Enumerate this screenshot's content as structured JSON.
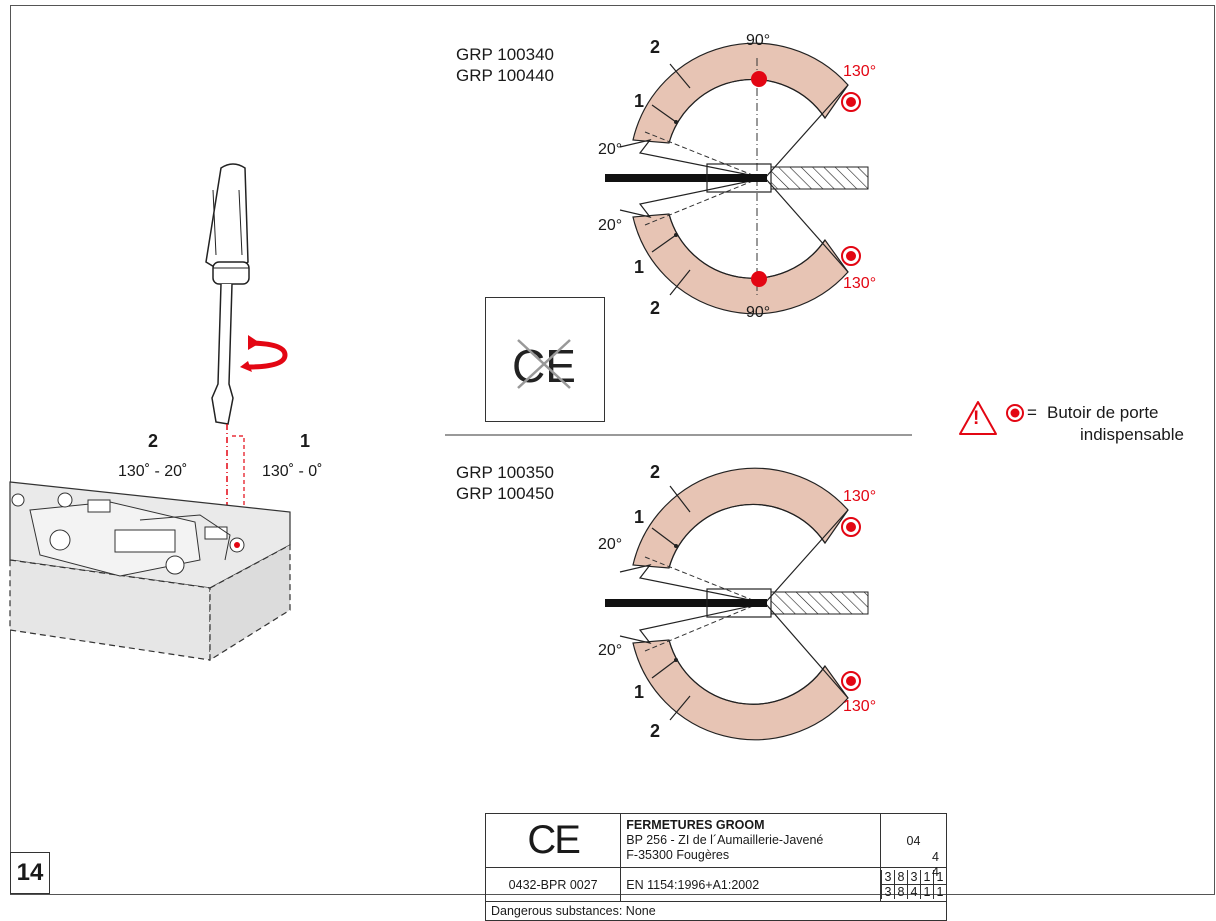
{
  "page": {
    "number": "14"
  },
  "tool": {
    "label_2": "2",
    "range_2": "130˚ - 20˚",
    "label_1": "1",
    "range_1": "130˚ - 0˚"
  },
  "diagram_top": {
    "models": [
      "GRP 100340",
      "GRP 100440"
    ],
    "angle_90_top": "90°",
    "angle_130_top": "130°",
    "angle_20_top": "20°",
    "angle_20_bottom": "20°",
    "angle_130_bottom": "130°",
    "angle_90_bottom": "90°",
    "zone_2": "2",
    "zone_1": "1"
  },
  "diagram_bottom": {
    "models": [
      "GRP 100350",
      "GRP 100450"
    ],
    "angle_130_top": "130°",
    "angle_20_top": "20°",
    "angle_20_bottom": "20°",
    "angle_130_bottom": "130°",
    "zone_2": "2",
    "zone_1": "1"
  },
  "legend": {
    "warning_symbol": "!",
    "equals": "=",
    "text_line1": "Butoir de porte",
    "text_line2": "indispensable"
  },
  "ce_table": {
    "mark": "CE",
    "company": "FERMETURES GROOM",
    "address_line1": "BP 256 - ZI de l´Aumaillerie-Javené",
    "address_line2": "F-35300 Fougères",
    "year": "04",
    "certificate": "0432-BPR 0027",
    "standard": "EN 1154:1996+A1:2002",
    "code_row1": [
      "3",
      "8",
      "3",
      "1",
      "1",
      "4"
    ],
    "code_row2": [
      "3",
      "8",
      "4",
      "1",
      "1",
      "4"
    ],
    "substances": "Dangerous substances: None"
  },
  "colors": {
    "red": "#e30613",
    "pink": "#e7c4b4"
  }
}
